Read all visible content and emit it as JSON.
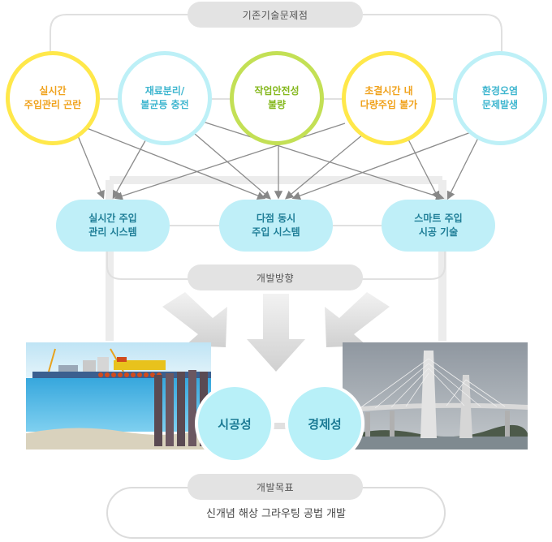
{
  "header_label": "기존기술문제점",
  "problems": [
    {
      "line1": "실시간",
      "line2": "주입관리 곤란",
      "color": "yellow"
    },
    {
      "line1": "재료분리/",
      "line2": "불균등 충전",
      "color": "cyan"
    },
    {
      "line1": "작업안전성",
      "line2": "불량",
      "color": "green"
    },
    {
      "line1": "초결시간 내",
      "line2": "다량주입 불가",
      "color": "yellow"
    },
    {
      "line1": "환경오염",
      "line2": "문제발생",
      "color": "cyan"
    }
  ],
  "systems": [
    {
      "line1": "실시간 주입",
      "line2": "관리 시스템"
    },
    {
      "line1": "다점 동시",
      "line2": "주입 시스템"
    },
    {
      "line1": "스마트 주입",
      "line2": "시공 기술"
    }
  ],
  "direction_label": "개발방향",
  "outcomes": [
    "시공성",
    "경제성"
  ],
  "goal_label": "개발목표",
  "goal_text": "신개념 해상 그라우팅 공법 개발",
  "colors": {
    "yellow_ring": "#ffe84a",
    "yellow_text": "#f0a21c",
    "cyan_ring": "#bdf0f7",
    "cyan_text": "#3fb6cf",
    "green_ring": "#c3e055",
    "green_text": "#85b81e",
    "system_fill": "#bfeff8",
    "connector_gray": "#e6e6e6",
    "arrow_gray": "#888888"
  }
}
